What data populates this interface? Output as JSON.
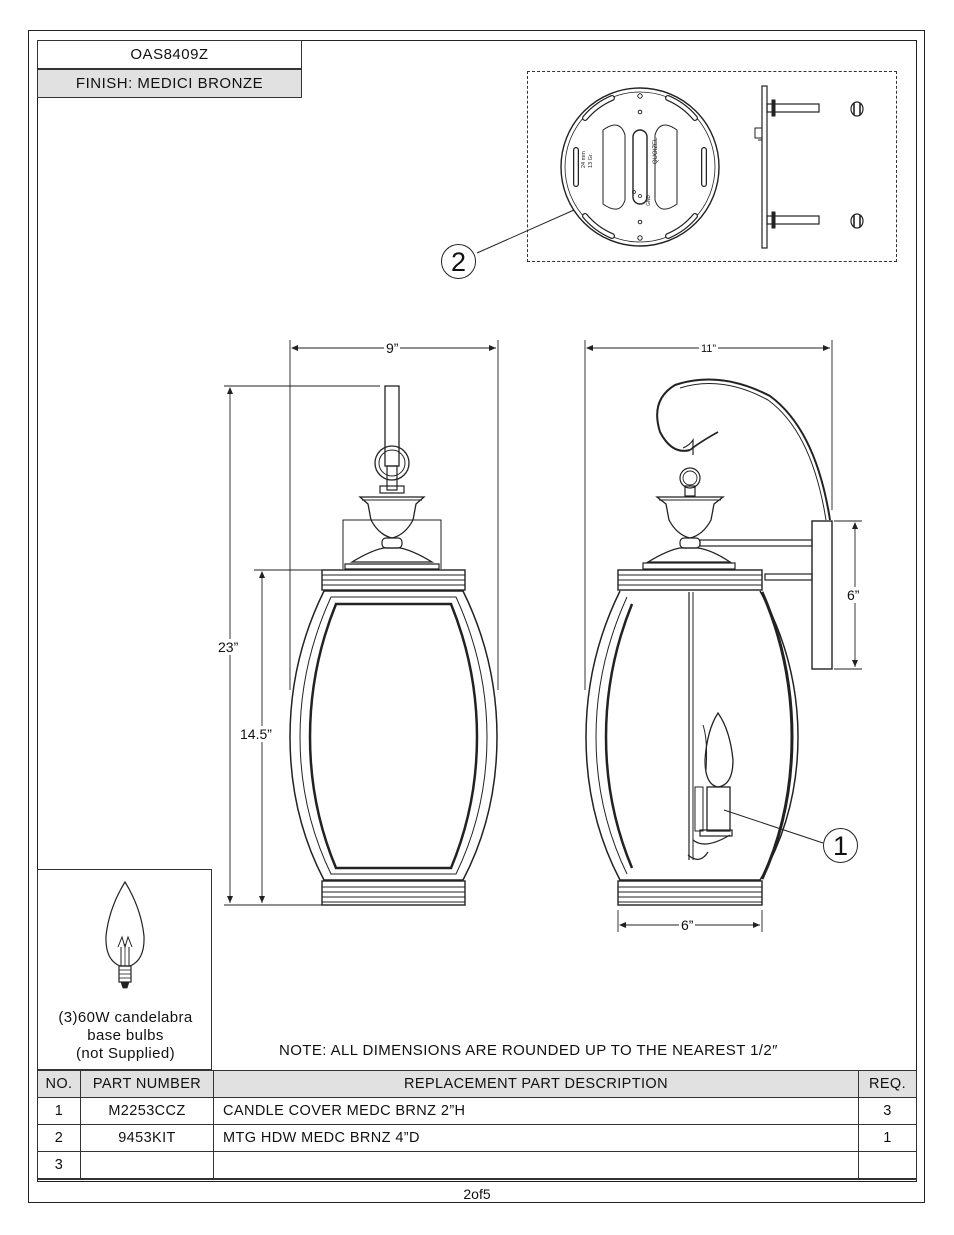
{
  "header": {
    "model": "OAS8409Z",
    "finish": "FINISH: MEDICI BRONZE"
  },
  "dimensions": {
    "front_width": "9”",
    "side_width": "11”",
    "total_height": "23”",
    "body_height": "14.5”",
    "backplate_height": "6”",
    "base_width": "6”"
  },
  "callouts": {
    "candle_cover": "1",
    "mounting_kit": "2"
  },
  "mount_plate_labels": {
    "brand": "QUOIZEL",
    "size_a": "24 mm",
    "size_b": "13 Gr.",
    "ground": "GND"
  },
  "bulb": {
    "line1": "(3)60W candelabra",
    "line2": "base bulbs",
    "line3": "(not Supplied)"
  },
  "note": "NOTE:  ALL DIMENSIONS ARE ROUNDED UP TO THE NEAREST  1/2″",
  "table": {
    "headers": {
      "no": "NO.",
      "part_number": "PART NUMBER",
      "description": "REPLACEMENT PART DESCRIPTION",
      "req": "REQ."
    },
    "rows": [
      {
        "no": "1",
        "part_number": "M2253CCZ",
        "description": "CANDLE COVER MEDC BRNZ 2”H",
        "req": "3"
      },
      {
        "no": "2",
        "part_number": "9453KIT",
        "description": "MTG HDW MEDC BRNZ 4”D",
        "req": "1"
      },
      {
        "no": "3",
        "part_number": "",
        "description": "",
        "req": ""
      }
    ]
  },
  "page": "2of5"
}
